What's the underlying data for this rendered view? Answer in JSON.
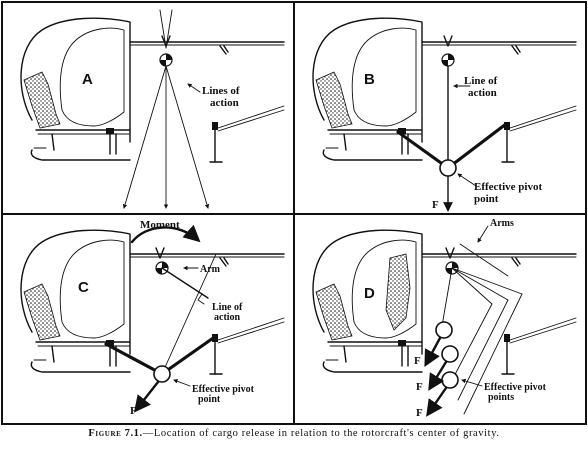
{
  "caption": {
    "figure_no": "Figure 7.1.",
    "text": "—Location of cargo release in relation to the rotorcraft's center of gravity."
  },
  "panels": {
    "a": {
      "letter": "A",
      "lines_of_action_1": "Lines of",
      "lines_of_action_2": "action"
    },
    "b": {
      "letter": "B",
      "line_of_action_1": "Line of",
      "line_of_action_2": "action",
      "pivot_1": "Effective pivot",
      "pivot_2": "point",
      "force": "F"
    },
    "c": {
      "letter": "C",
      "moment": "Moment",
      "arm": "Arm",
      "line_of_action_1": "Line of",
      "line_of_action_2": "action",
      "pivot_1": "Effective pivot",
      "pivot_2": "point",
      "force": "F"
    },
    "d": {
      "letter": "D",
      "arms": "Arms",
      "pivot_1": "Effective pivot",
      "pivot_2": "points",
      "force_1": "F",
      "force_2": "F",
      "force_3": "F"
    }
  },
  "colors": {
    "ink": "#111111",
    "paper": "#ffffff"
  }
}
